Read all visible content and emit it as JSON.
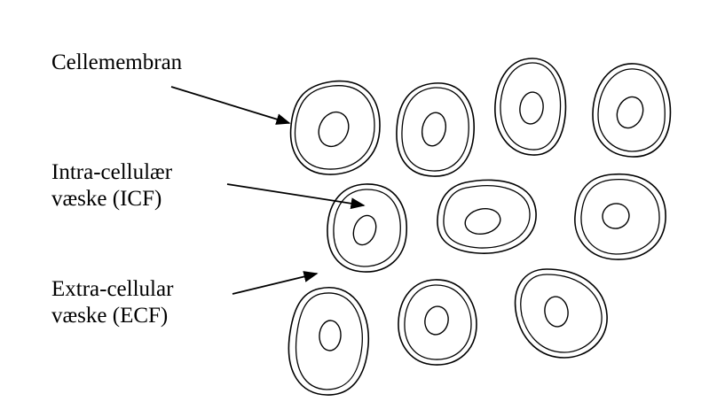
{
  "labels": {
    "membrane": "Cellemembran",
    "icf_line1": "Intra-cellulær",
    "icf_line2": "væske (ICF)",
    "ecf_line1": "Extra-cellular",
    "ecf_line2": "væske (ECF)"
  },
  "colors": {
    "stroke": "#000000",
    "background": "#ffffff"
  }
}
